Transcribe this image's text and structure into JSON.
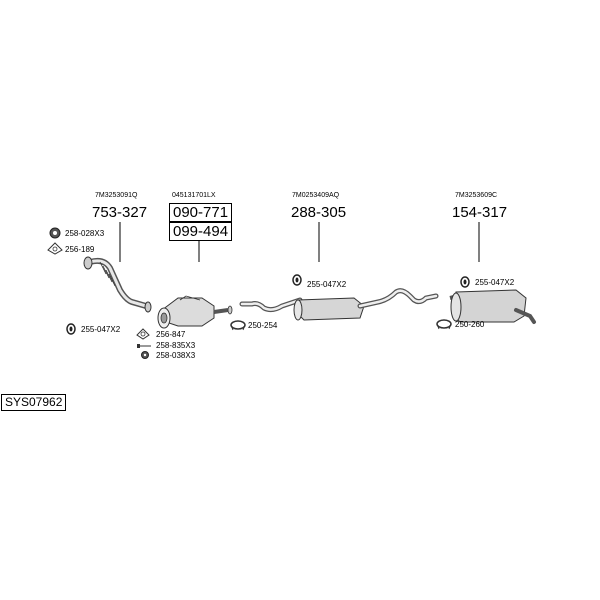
{
  "system_code": "SYS07962",
  "parts": [
    {
      "oem": "7M3253091Q",
      "number": "753-327"
    },
    {
      "oem": "045131701LX",
      "numbers": [
        "090-771",
        "099-494"
      ]
    },
    {
      "oem": "7M0253409AQ",
      "number": "288-305"
    },
    {
      "oem": "7M3253609C",
      "number": "154-317"
    }
  ],
  "accessories": {
    "a1": "258-028X3",
    "a2": "256-189",
    "a3": "255-047X2",
    "a4": "256-847",
    "a5": "258-835X3",
    "a6": "258-038X3",
    "a7": "255-047X2",
    "a8": "250-254",
    "a9": "255-047X2",
    "a10": "250-260"
  }
}
